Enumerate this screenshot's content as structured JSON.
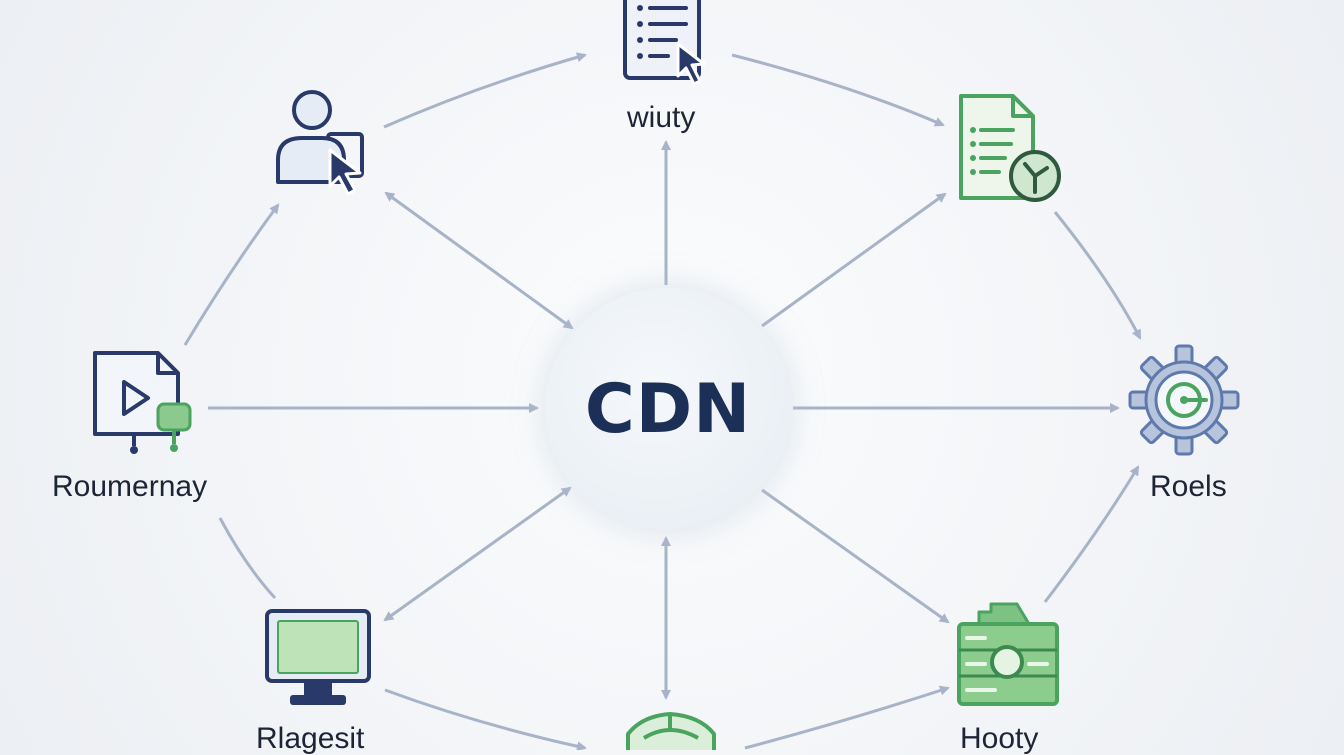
{
  "hub": {
    "label": "CDN"
  },
  "nodes": [
    {
      "id": "top",
      "label": "wiuty",
      "icon": "checklist-document-cursor-icon"
    },
    {
      "id": "top-left",
      "label": "",
      "icon": "user-cursor-icon"
    },
    {
      "id": "top-right",
      "label": "",
      "icon": "document-clock-icon"
    },
    {
      "id": "left",
      "label": "Roumernay",
      "icon": "video-file-icon"
    },
    {
      "id": "right",
      "label": "Roels",
      "icon": "gear-icon"
    },
    {
      "id": "bottom-left",
      "label": "Rlagesit",
      "icon": "monitor-icon"
    },
    {
      "id": "bottom",
      "label": "",
      "icon": "green-package-icon"
    },
    {
      "id": "bottom-right",
      "label": "Hooty",
      "icon": "server-box-icon"
    }
  ],
  "colors": {
    "navy": "#28396a",
    "blue_fill": "#e6ecf5",
    "green": "#4aa45f",
    "green_fill": "#dbeed9",
    "arrow": "#a7b3c7",
    "text": "#1d2436"
  }
}
